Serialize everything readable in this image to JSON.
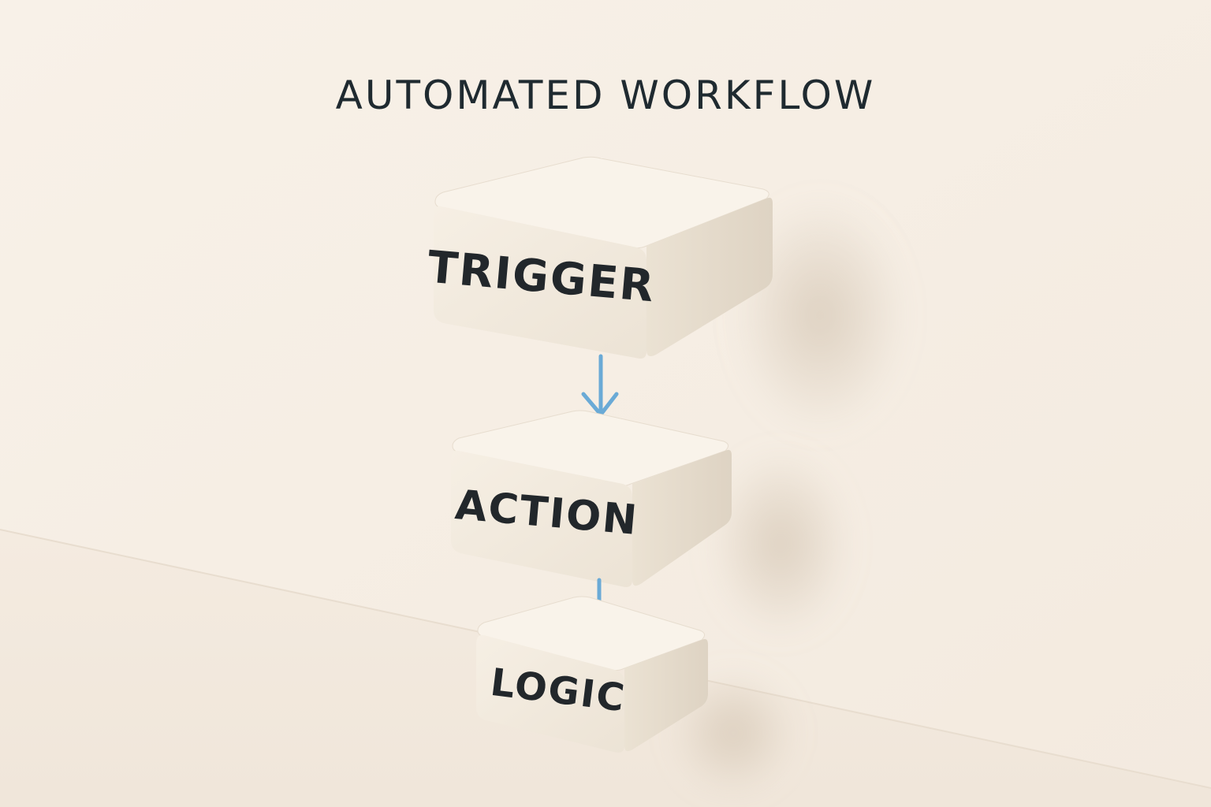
{
  "title": "AUTOMATED WORKFLOW",
  "blocks": [
    {
      "label": "TRIGGER"
    },
    {
      "label": "ACTION"
    },
    {
      "label": "LOGIC"
    }
  ],
  "colors": {
    "background": "#f6eee4",
    "block_front": "#f1e9dc",
    "block_top": "#f8f2e8",
    "block_side": "#e6dccd",
    "arrow": "#6aaad6",
    "text": "#22272b"
  }
}
